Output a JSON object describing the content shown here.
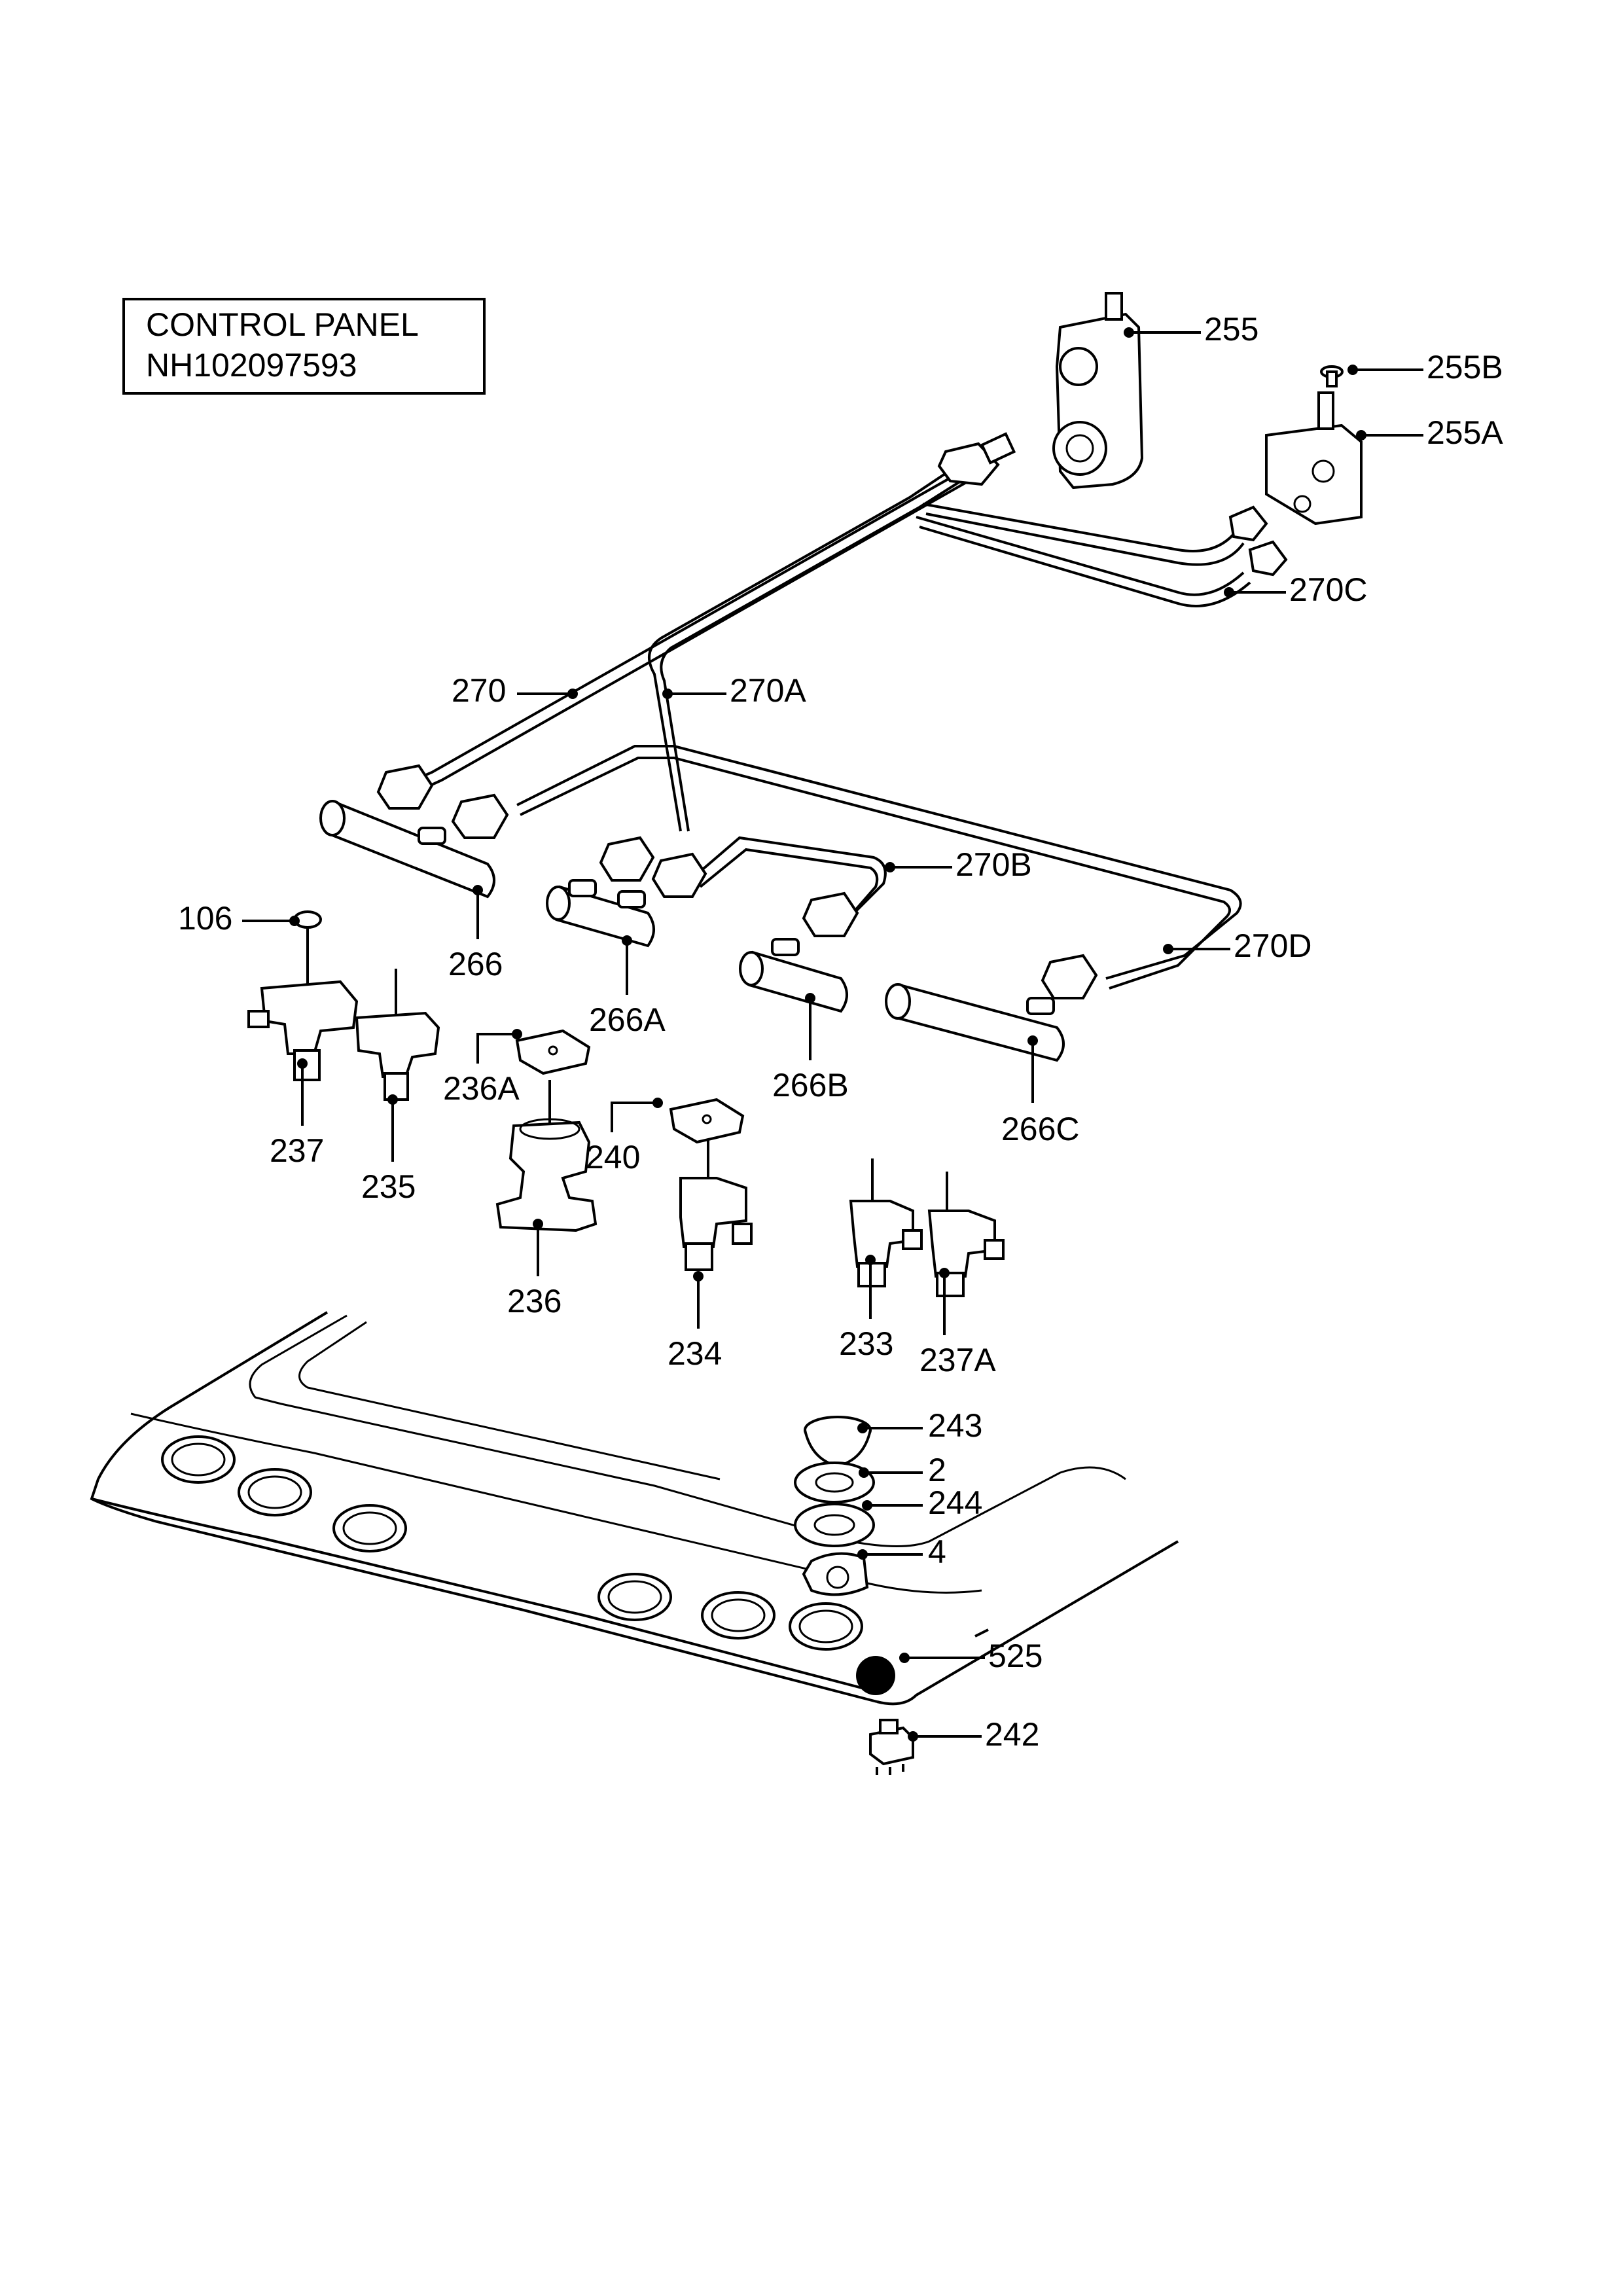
{
  "title": {
    "line1": "CONTROL PANEL",
    "line2": "NH102097593"
  },
  "callouts": {
    "p255": "255",
    "p255B": "255B",
    "p255A": "255A",
    "p270C": "270C",
    "p270": "270",
    "p270A": "270A",
    "p270B": "270B",
    "p270D": "270D",
    "p106": "106",
    "p266": "266",
    "p266A": "266A",
    "p266B": "266B",
    "p266C": "266C",
    "p236A": "236A",
    "p240": "240",
    "p237": "237",
    "p235": "235",
    "p236": "236",
    "p234": "234",
    "p233": "233",
    "p237A": "237A",
    "p243": "243",
    "p2": "2",
    "p244": "244",
    "p4": "4",
    "p525": "525",
    "p242": "242"
  }
}
